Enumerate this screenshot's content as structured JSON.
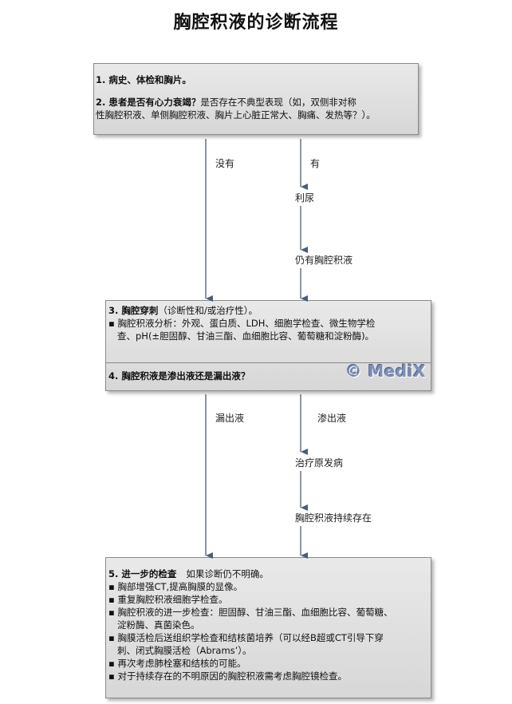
{
  "title": "胸腔积液的诊断流程",
  "watermark": "© MediX",
  "box1": {
    "line1": "1. 病史、体检和胸片。",
    "line2_bold": "2. 患者是否有心力衰竭？",
    "line2_rest": "是否存在不典型表现（如，双侧非对称",
    "line3": "性胸腔积液、单侧胸腔积液、胸片上心脏正常大、胸痛、发热等？）。"
  },
  "branch1": {
    "no_label": "没有",
    "yes_label": "有",
    "step1": "利尿",
    "step2": "仍有胸腔积液"
  },
  "box2": {
    "heading_bold": "3. 胸腔穿刺",
    "heading_rest": "（诊断性和/或治疗性）。",
    "bullet_line1": "▪ 胸腔积液分析：外观、蛋白质、LDH、细胞学检查、微生物学检",
    "bullet_line2": "查、pH(±胆固醇、甘油三酯、血细胞比容、葡萄糖和淀粉酶)。",
    "question": "4. 胸腔积液是渗出液还是漏出液？"
  },
  "branch2": {
    "left_label": "漏出液",
    "right_label": "渗出液",
    "step1": "治疗原发病",
    "step2": "胸腔积液持续存在"
  },
  "box3": {
    "heading_bold": "5. 进一步的检查",
    "heading_rest": "如果诊断仍不明确。",
    "bullets": [
      "▪ 胸部增强CT,提高胸膜的显像。",
      "▪ 重复胸腔积液细胞学检查。",
      "▪ 胸腔积液的进一步检查：胆固醇、甘油三酯、血细胞比容、葡萄糖、",
      "淀粉酶、真菌染色。",
      "▪ 胸膜活检后送组织学检查和结核菌培养（可以经B超或CT引导下穿",
      "刺、闭式胸膜活检（Abrams’）。",
      "▪ 再次考虑肺栓塞和结核的可能。",
      "▪ 对于持续存在的不明原因的胸腔积液需考虑胸腔镜检查。"
    ]
  },
  "colors": {
    "arrow": "#4a5d78",
    "box_fill": "#dedede",
    "box_border": "#8a8a8a",
    "watermark": "#7b8fb8"
  }
}
